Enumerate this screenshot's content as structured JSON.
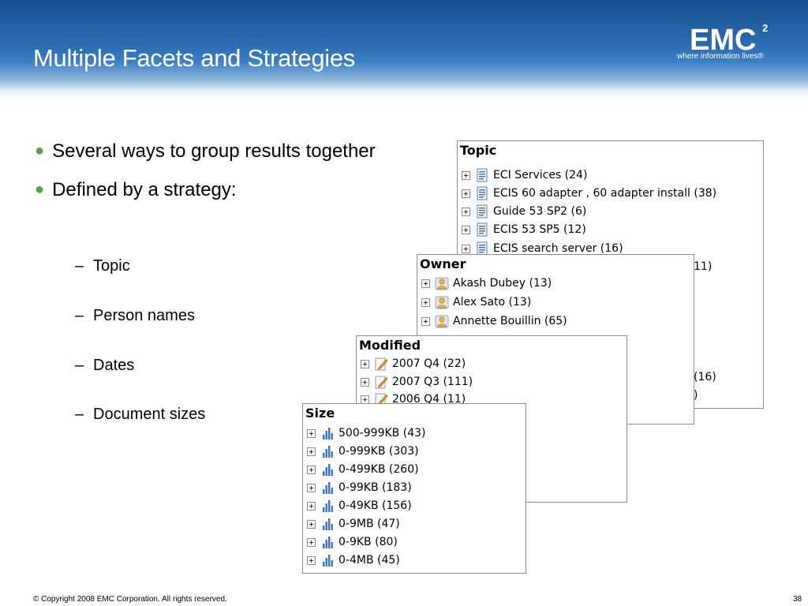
{
  "slide": {
    "title": "Multiple Facets and Strategies",
    "logo": {
      "text": "EMC",
      "superscript": "2",
      "tagline": "where information lives®"
    }
  },
  "bullets": [
    "Several ways to group results together",
    "Defined by a strategy:"
  ],
  "sub_bullets": [
    "Topic",
    "Person names",
    "Dates",
    "Document sizes"
  ],
  "panels": {
    "topic": {
      "title": "Topic",
      "icon": "document-list-icon",
      "items": [
        "ECI Services (24)",
        "ECIS 60 adapter , 60 adapter install (38)",
        "Guide 53 SP2 (6)",
        "ECIS 53 SP5 (12)",
        "ECIS search server (16)"
      ],
      "hidden_fragments": [
        "11)",
        "(16)",
        ")"
      ]
    },
    "owner": {
      "title": "Owner",
      "icon": "person-icon",
      "items": [
        "Akash Dubey (13)",
        "Alex Sato (13)",
        "Annette Bouillin (65)"
      ]
    },
    "modified": {
      "title": "Modified",
      "icon": "edit-document-icon",
      "items": [
        "2007 Q4 (22)",
        "2007 Q3 (111)",
        "2006 Q4 (11)"
      ]
    },
    "size": {
      "title": "Size",
      "icon": "bar-chart-icon",
      "items": [
        "500-999KB (43)",
        "0-999KB (303)",
        "0-499KB (260)",
        "0-99KB (183)",
        "0-49KB (156)",
        "0-9MB (47)",
        "0-9KB (80)",
        "0-4MB (45)"
      ]
    }
  },
  "footer": {
    "copyright": "© Copyright 2008 EMC Corporation. All rights reserved.",
    "page_number": "38"
  },
  "colors": {
    "header_blue": "#2a6bb0",
    "bullet_green": "#4fa83d"
  }
}
